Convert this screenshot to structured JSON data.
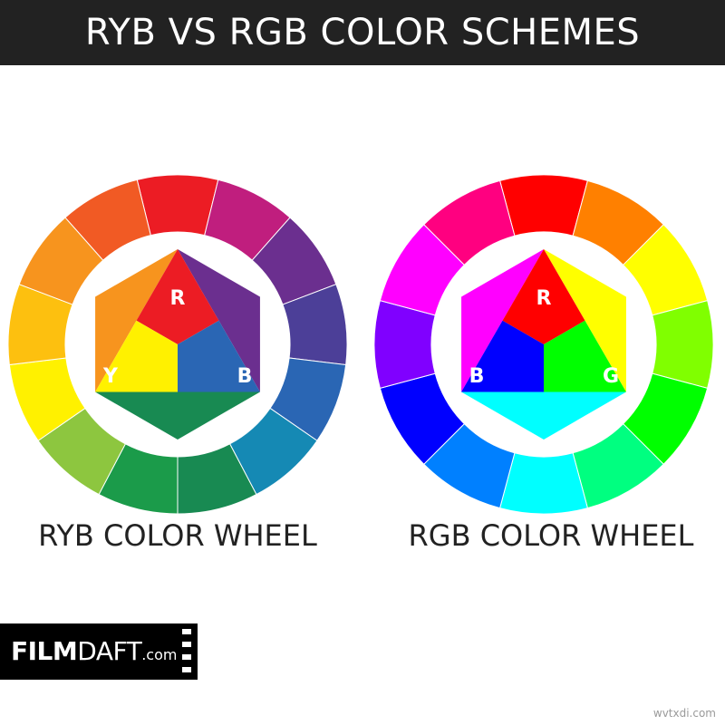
{
  "header": {
    "title": "RYB VS RGB COLOR SCHEMES",
    "background": "#222222"
  },
  "wheels": [
    {
      "id": "ryb",
      "label": "RYB COLOR WHEEL",
      "ring_colors": [
        "#ec1c24",
        "#c01e7e",
        "#6b2f8f",
        "#4c3f98",
        "#2a66b4",
        "#1589b4",
        "#188a52",
        "#1b9b4a",
        "#8dc63f",
        "#fff100",
        "#fdc00f",
        "#f7941e",
        "#f15a24"
      ],
      "inner": {
        "top_triangle": "#ec1c24",
        "left_triangle": "#fff100",
        "right_triangle": "#2a66b4",
        "upper_left_flap": "#f7941e",
        "upper_right_flap": "#6b2f8f",
        "bottom_flap": "#188a52"
      },
      "vertex_labels": [
        "R",
        "Y",
        "B"
      ]
    },
    {
      "id": "rgb",
      "label": "RGB COLOR WHEEL",
      "ring_colors": [
        "#ff0000",
        "#ff8000",
        "#ffff00",
        "#80ff00",
        "#00ff00",
        "#00ff80",
        "#00ffff",
        "#0080ff",
        "#0000ff",
        "#8000ff",
        "#ff00ff",
        "#ff0080"
      ],
      "inner": {
        "top_triangle": "#ff0000",
        "left_triangle": "#0000ff",
        "right_triangle": "#00ff00",
        "upper_left_flap": "#ff00ff",
        "upper_right_flap": "#ffff00",
        "bottom_flap": "#00ffff"
      },
      "vertex_labels": [
        "R",
        "B",
        "G"
      ]
    }
  ],
  "logo": {
    "film": "FILM",
    "daft": "DAFT",
    "com": ".com"
  },
  "watermark": "wvtxdi.com"
}
